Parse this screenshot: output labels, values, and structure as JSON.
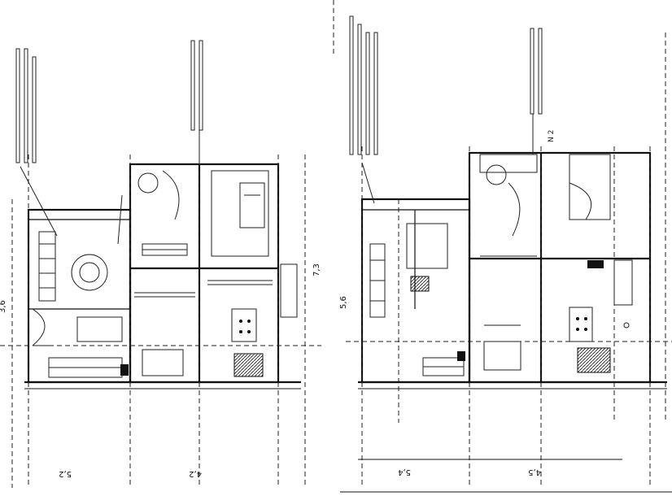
{
  "left_plan": {
    "dimension_left": "3,6",
    "dimension_right": "7,3",
    "dimension_bottom_left": "5,2",
    "dimension_bottom_right": "4,2"
  },
  "right_plan": {
    "dimension_left": "5,6",
    "dimension_top": "N 2",
    "dimension_bottom_left": "5,4",
    "dimension_bottom_right": "4,5"
  },
  "colors": {
    "line": "#111111",
    "background": "#ffffff"
  }
}
